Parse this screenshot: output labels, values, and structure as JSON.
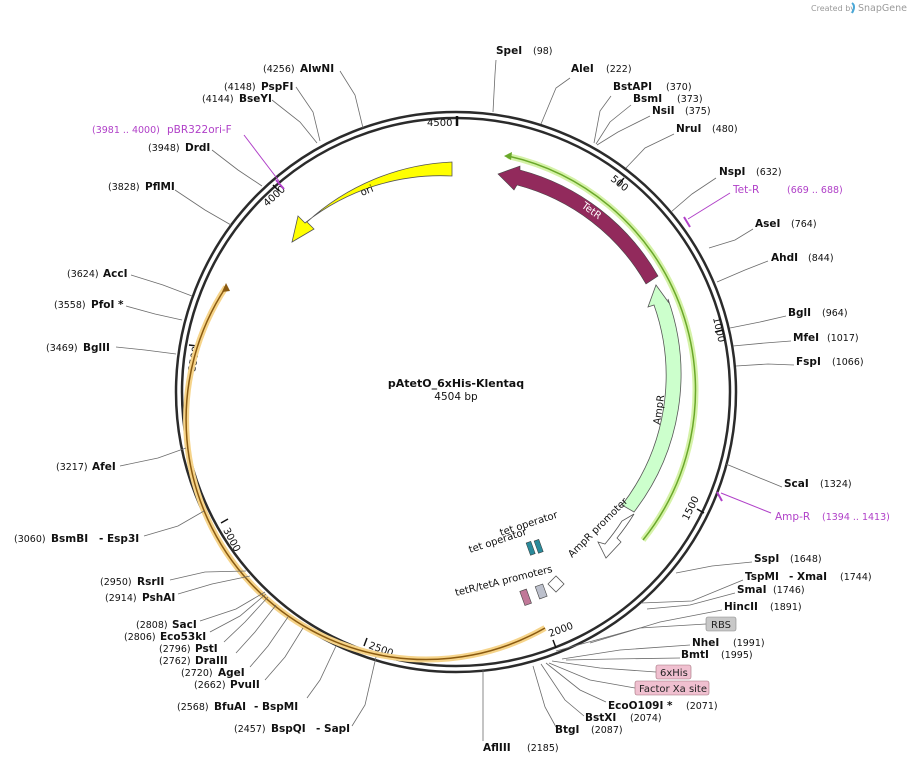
{
  "plasmid": {
    "name": "pAtetO_6xHis-Klentaq",
    "size": "4504 bp"
  },
  "credit": {
    "created_by": "Created by",
    "brand": "SnapGene"
  },
  "ticks": [
    "500",
    "1000",
    "1500",
    "2000",
    "2500",
    "3000",
    "3500",
    "4000",
    "4500"
  ],
  "sites": [
    {
      "name": "SpeI",
      "pos": "(98)"
    },
    {
      "name": "AleI",
      "pos": "(222)"
    },
    {
      "name": "BstAPI",
      "pos": "(370)"
    },
    {
      "name": "BsmI",
      "pos": "(373)"
    },
    {
      "name": "NsiI",
      "pos": "(375)"
    },
    {
      "name": "NruI",
      "pos": "(480)"
    },
    {
      "name": "NspI",
      "pos": "(632)"
    },
    {
      "name": "AseI",
      "pos": "(764)"
    },
    {
      "name": "AhdI",
      "pos": "(844)"
    },
    {
      "name": "BglI",
      "pos": "(964)"
    },
    {
      "name": "MfeI",
      "pos": "(1017)"
    },
    {
      "name": "FspI",
      "pos": "(1066)"
    },
    {
      "name": "ScaI",
      "pos": "(1324)"
    },
    {
      "name": "SspI",
      "pos": "(1648)"
    },
    {
      "name": "TspMI",
      "extra": "- XmaI",
      "pos": "(1744)"
    },
    {
      "name": "SmaI",
      "pos": "(1746)"
    },
    {
      "name": "HincII",
      "pos": "(1891)"
    },
    {
      "name": "NheI",
      "pos": "(1991)"
    },
    {
      "name": "BmtI",
      "pos": "(1995)"
    },
    {
      "name": "EcoO109I *",
      "pos": "(2071)"
    },
    {
      "name": "BstXI",
      "pos": "(2074)"
    },
    {
      "name": "BtgI",
      "pos": "(2087)"
    },
    {
      "name": "AflIII",
      "pos": "(2185)"
    },
    {
      "name": "BspQI",
      "extra": "- SapI",
      "pos": "(2457)"
    },
    {
      "name": "BfuAI",
      "extra": "- BspMI",
      "pos": "(2568)"
    },
    {
      "name": "PvuII",
      "pos": "(2662)"
    },
    {
      "name": "AgeI",
      "pos": "(2720)"
    },
    {
      "name": "DraIII",
      "pos": "(2762)"
    },
    {
      "name": "PstI",
      "pos": "(2796)"
    },
    {
      "name": "Eco53kI",
      "pos": "(2806)"
    },
    {
      "name": "SacI",
      "pos": "(2808)"
    },
    {
      "name": "PshAI",
      "pos": "(2914)"
    },
    {
      "name": "RsrII",
      "pos": "(2950)"
    },
    {
      "name": "BsmBI",
      "extra": "- Esp3I",
      "pos": "(3060)"
    },
    {
      "name": "AfeI",
      "pos": "(3217)"
    },
    {
      "name": "BglII",
      "pos": "(3469)"
    },
    {
      "name": "PfoI *",
      "pos": "(3558)"
    },
    {
      "name": "AccI",
      "pos": "(3624)"
    },
    {
      "name": "PflMI",
      "pos": "(3828)"
    },
    {
      "name": "DrdI",
      "pos": "(3948)"
    },
    {
      "name": "BseYI",
      "pos": "(4144)"
    },
    {
      "name": "PspFI",
      "pos": "(4148)"
    },
    {
      "name": "AlwNI",
      "pos": "(4256)"
    }
  ],
  "primers": [
    {
      "name": "pBR322ori-F",
      "range": "(3981 .. 4000)"
    },
    {
      "name": "Tet-R",
      "range": "(669 .. 688)"
    },
    {
      "name": "Amp-R",
      "range": "(1394 .. 1413)"
    }
  ],
  "features": {
    "ori": "ori",
    "tetr": "TetR",
    "ampr": "AmpR",
    "amp_promoter": "AmpR promoter",
    "tet_operator_1": "tet operator",
    "tet_operator_2": "tet operator",
    "tet_promoters": "tetR/tetA promoters",
    "rbs": "RBS",
    "his": "6xHis",
    "xa": "Factor Xa site"
  },
  "colors": {
    "backbone": "#2b2b2b",
    "ori": "#ffff00",
    "tetr": "#922a5c",
    "ampr": "#ccffcc",
    "primer": "#b040c8",
    "orf_highlight": "#f6d48a",
    "orf_green": "#9acd32",
    "tet_operator": "#2a8a9a",
    "rbs_box": "#c8c8c8",
    "tag_box": "#f0c0d0"
  }
}
